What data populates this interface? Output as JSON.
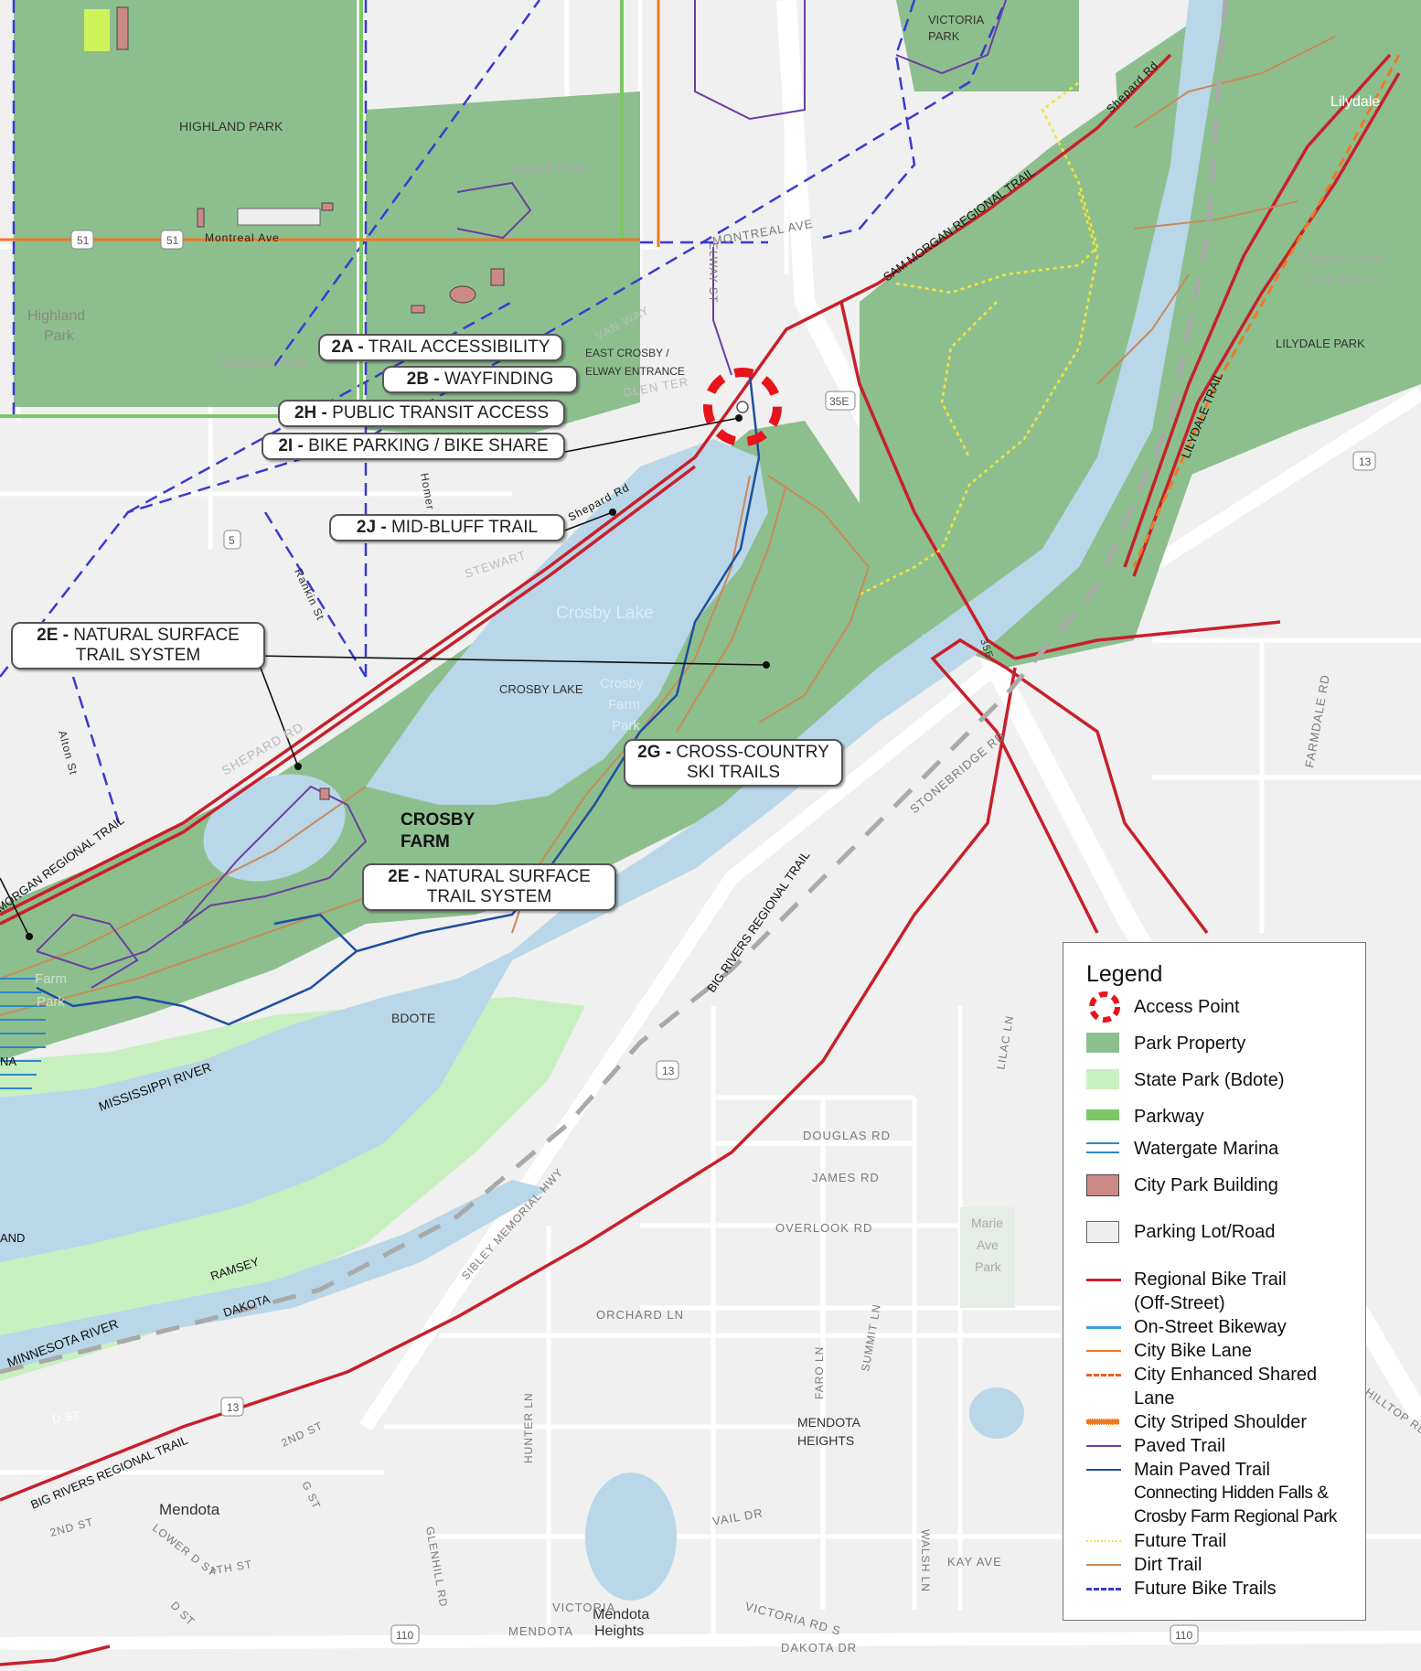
{
  "map": {
    "place_labels": {
      "highland_park": "HIGHLAND PARK",
      "highland_park_small_1": "Highland",
      "highland_park_small_2": "Park",
      "highland_park_faded": "Highland Park",
      "walsh_park": "Walsh Park",
      "victoria_park_1": "VICTORIA",
      "victoria_park_2": "PARK",
      "lilydale": "Lilydale",
      "lilydale_harriet_1": "Lilydale-Harriet",
      "lilydale_harriet_2": "- Cherokee Pa",
      "lilydale_park": "LILYDALE PARK",
      "east_crosby_1": "EAST CROSBY /",
      "east_crosby_2": "ELWAY ENTRANCE",
      "crosby_lake_water": "Crosby Lake",
      "crosby_lake": "CROSBY LAKE",
      "crosby_farm_park_1": "Crosby",
      "crosby_farm_park_2": "Farm",
      "crosby_farm_park_3": "Park",
      "crosby_farm_1": "CROSBY",
      "crosby_farm_2": "FARM",
      "bdote": "BDOTE",
      "mississippi_river": "MISSISSIPPI RIVER",
      "minnesota_river": "MINNESOTA RIVER",
      "ramsey": "RAMSEY",
      "dakota": "DAKOTA",
      "mendota_heights_1": "MENDOTA",
      "mendota_heights_2": "HEIGHTS",
      "marie_ave_park_1": "Marie",
      "marie_ave_park_2": "Ave",
      "marie_ave_park_3": "Park",
      "mendota": "Mendota",
      "mendota_heights_bottom_1": "Mendota",
      "mendota_heights_bottom_2": "Heights",
      "left_edge_na": "NA",
      "left_edge_and": "AND",
      "farm_park_left_1": "Farm",
      "farm_park_left_2": "Park"
    },
    "roads": {
      "montreal_ave": "Montreal Ave",
      "montreal_ave_2": "MONTREAL AVE",
      "shepard_rd_top": "Shepard Rd",
      "shepard_rd_mid": "Shepard Rd",
      "shepard_rd_low": "SHEPARD RD",
      "elway_st": "ELWAY ST",
      "glen_ter": "GLEN TER",
      "van_way": "VAN WAY",
      "stewart": "STEWART",
      "homer": "Homer",
      "rankin_st": "Rankin St",
      "alton_st": "Alton St",
      "i35e_1": "35E",
      "i35e_2": "35E",
      "hwy13_1": "13",
      "hwy13_2": "13",
      "hwy13_3": "13",
      "hwy51_1": "51",
      "hwy51_2": "51",
      "hwy5": "5",
      "hwy110_1": "110",
      "hwy110_2": "110",
      "stonebridge_rd": "STONEBRIDGE RD",
      "farmdale_rd": "FARMDALE RD",
      "douglas_rd": "DOUGLAS RD",
      "james_rd": "JAMES RD",
      "overlook_rd": "OVERLOOK RD",
      "orchard_ln": "ORCHARD LN",
      "lilac_ln": "LILAC LN",
      "faro_ln": "FARO LN",
      "summit_ln": "SUMMIT LN",
      "walsh_ln": "WALSH LN",
      "hunter_ln": "HUNTER LN",
      "glenhill_rd": "GLENHILL RD",
      "vail_dr": "VAIL DR",
      "kay_ave": "KAY AVE",
      "victoria_rd_s": "VICTORIA RD S",
      "victoria_left": "VICTORIA",
      "dakota_dr": "DAKOTA DR",
      "mendota_heights_rd": "MENDOTA",
      "sibley_hwy": "SIBLEY MEMORIAL HWY",
      "d_st": "D ST",
      "d_st_2": "D ST",
      "second_st": "2ND ST",
      "second_st_2": "2ND ST",
      "fourth_st": "4TH ST",
      "g_st": "G ST",
      "lower_d_st": "LOWER D ST",
      "hilltop_rd": "HILLTOP RD"
    },
    "trails": {
      "sam_morgan_top": "SAM MORGAN REGIONAL TRAIL",
      "sam_morgan_left": "MORGAN REGIONAL TRAIL",
      "big_rivers_mid": "BIG RIVERS REGIONAL TRAIL",
      "big_rivers_bottom": "BIG RIVERS REGIONAL TRAIL",
      "lilydale_trail": "LILYDALE TRAIL"
    }
  },
  "callouts": [
    {
      "code": "2A -",
      "text": "TRAIL ACCESSIBILITY"
    },
    {
      "code": "2B -",
      "text": "WAYFINDING"
    },
    {
      "code": "2H -",
      "text": "PUBLIC TRANSIT ACCESS"
    },
    {
      "code": "2I -",
      "text": "BIKE PARKING / BIKE SHARE"
    },
    {
      "code": "2J -",
      "text": "MID-BLUFF TRAIL"
    },
    {
      "code": "2E -",
      "text": "NATURAL SURFACE",
      "text2": "TRAIL SYSTEM"
    },
    {
      "code": "2G -",
      "text": "CROSS-COUNTRY",
      "text2": "SKI TRAILS"
    },
    {
      "code": "2E -",
      "text": "NATURAL SURFACE",
      "text2": "TRAIL SYSTEM"
    }
  ],
  "legend": {
    "title": "Legend",
    "items": [
      {
        "label": "Access Point",
        "color": "#e8141b",
        "icon": "dashed-circle"
      },
      {
        "label": "Park Property",
        "color": "#8dbf8e",
        "icon": "fill"
      },
      {
        "label": "State Park (Bdote)",
        "color": "#c8efc0",
        "icon": "fill"
      },
      {
        "label": "Parkway",
        "color": "#7cc866",
        "icon": "bar"
      },
      {
        "label": "Watergate Marina",
        "color": "#2e86c8",
        "icon": "double-line"
      },
      {
        "label": "City Park Building",
        "color": "#cc8a86",
        "icon": "fill"
      },
      {
        "label": "Parking Lot/Road",
        "color": "#eeeeee",
        "icon": "fill"
      },
      {
        "label": "Regional Bike Trail",
        "label2": "(Off-Street)",
        "color": "#c8202b",
        "icon": "line"
      },
      {
        "label": "On-Street Bikeway",
        "color": "#3a9ee0",
        "icon": "line"
      },
      {
        "label": "City Bike Lane",
        "color": "#ef7a22",
        "icon": "line"
      },
      {
        "label": "City Enhanced Shared",
        "label2": "Lane",
        "color": "#ef5a22",
        "icon": "dashed-line"
      },
      {
        "label": "City Striped Shoulder",
        "color": "#ef7a22",
        "icon": "dotted-bar"
      },
      {
        "label": "Paved Trail",
        "color": "#6b3fa0",
        "icon": "line"
      },
      {
        "label": "Main Paved Trail",
        "label2": "Connecting Hidden Falls &",
        "label3": "Crosby Farm Regional Park",
        "color": "#1f4fa0",
        "icon": "line"
      },
      {
        "label": "Future Trail",
        "color": "#f2e33a",
        "icon": "dotted-line"
      },
      {
        "label": "Dirt Trail",
        "color": "#c98a5a",
        "icon": "line"
      },
      {
        "label": "Future Bike Trails",
        "color": "#3a3ad0",
        "icon": "dashed-line"
      }
    ]
  }
}
